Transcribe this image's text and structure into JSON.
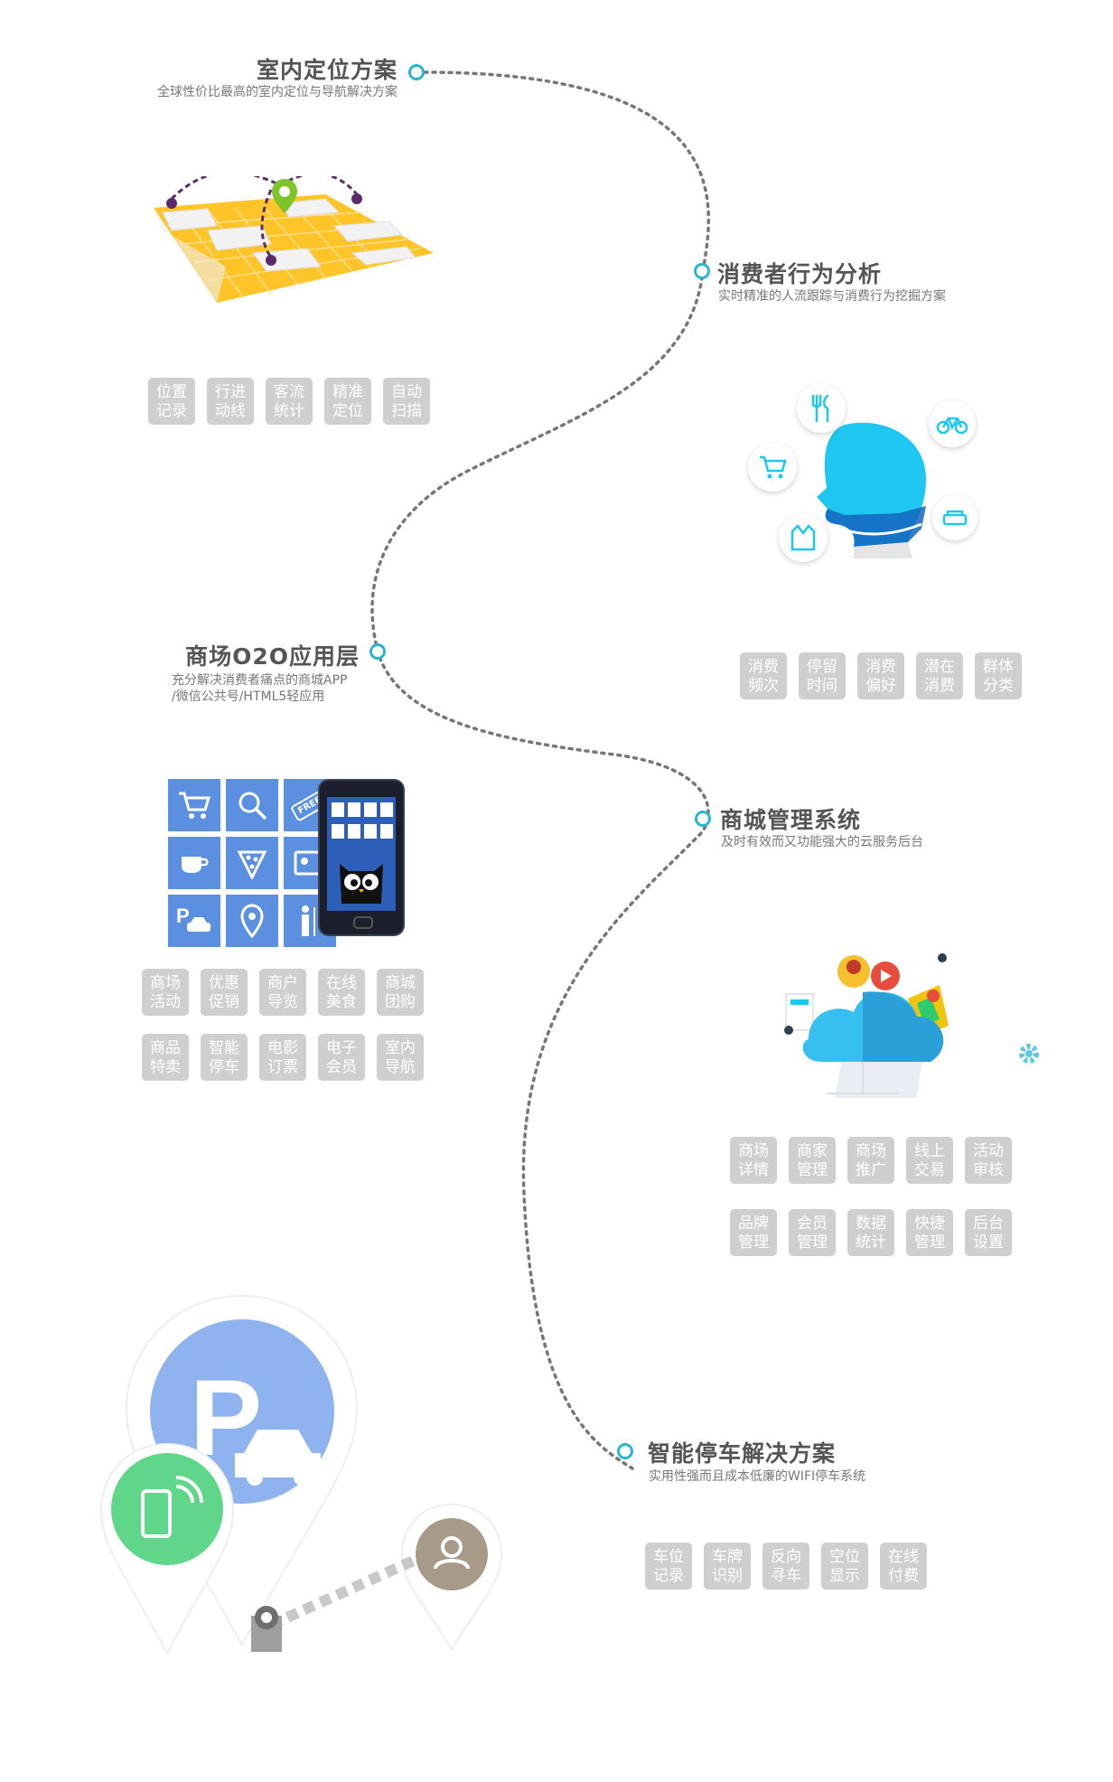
{
  "sections": {
    "indoor": {
      "title": "室内定位方案",
      "subtitle": "全球性价比最高的室内定位与导航解决方案",
      "tags": [
        [
          "位置",
          "记录"
        ],
        [
          "行进",
          "动线"
        ],
        [
          "客流",
          "统计"
        ],
        [
          "精准",
          "定位"
        ],
        [
          "自动",
          "扫描"
        ]
      ]
    },
    "consumer": {
      "title": "消费者行为分析",
      "subtitle": "实时精准的人流跟踪与消费行为挖掘方案",
      "tags": [
        [
          "消费",
          "频次"
        ],
        [
          "停留",
          "时间"
        ],
        [
          "消费",
          "偏好"
        ],
        [
          "潜在",
          "消费"
        ],
        [
          "群体",
          "分类"
        ]
      ]
    },
    "o2o": {
      "title": "商场O2O应用层",
      "subtitle_line1": "充分解决消费者痛点的商城APP",
      "subtitle_line2": "/微信公共号/HTML5轻应用",
      "tags_row1": [
        [
          "商场",
          "活动"
        ],
        [
          "优惠",
          "促销"
        ],
        [
          "商户",
          "导览"
        ],
        [
          "在线",
          "美食"
        ],
        [
          "商城",
          "团购"
        ]
      ],
      "tags_row2": [
        [
          "商品",
          "特卖"
        ],
        [
          "智能",
          "停车"
        ],
        [
          "电影",
          "订票"
        ],
        [
          "电子",
          "会员"
        ],
        [
          "室内",
          "导航"
        ]
      ]
    },
    "mall": {
      "title": "商城管理系统",
      "subtitle": "及时有效而又功能强大的云服务后台",
      "tags_row1": [
        [
          "商场",
          "详情"
        ],
        [
          "商家",
          "管理"
        ],
        [
          "商场",
          "推广"
        ],
        [
          "线上",
          "交易"
        ],
        [
          "活动",
          "审核"
        ]
      ],
      "tags_row2": [
        [
          "品牌",
          "管理"
        ],
        [
          "会员",
          "管理"
        ],
        [
          "数据",
          "统计"
        ],
        [
          "快捷",
          "管理"
        ],
        [
          "后台",
          "设置"
        ]
      ]
    },
    "parking": {
      "title": "智能停车解决方案",
      "subtitle": "实用性强而且成本低廉的WIFI停车系统",
      "tags": [
        [
          "车位",
          "记录"
        ],
        [
          "车牌",
          "识别"
        ],
        [
          "反向",
          "寻车"
        ],
        [
          "空位",
          "显示"
        ],
        [
          "在线",
          "付费"
        ]
      ]
    }
  },
  "phone_badge": "FREE",
  "colors": {
    "accent": "#2bb5d5",
    "tag_bg": "#cfcfcf",
    "tile_blue": "#5b8fe0",
    "cloud_blue": "#35c0f0",
    "parking_blue": "#8fb3ee",
    "wifi_green": "#5fd68a",
    "user_tan": "#a89a88"
  }
}
